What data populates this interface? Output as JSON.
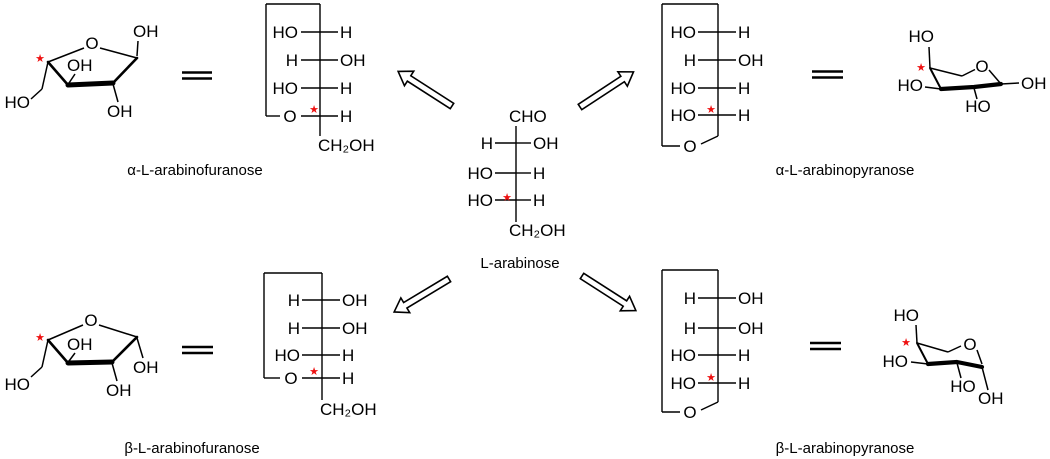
{
  "colors": {
    "ink": "#000000",
    "background": "#ffffff",
    "chiral_marker": "#ee1111"
  },
  "chiral_marker_glyph": "★",
  "molecules": {
    "l_arabinose": {
      "name": "L-arabinose",
      "fischer": {
        "top": "CHO",
        "rows": [
          {
            "left": "H",
            "right": "OH"
          },
          {
            "left": "HO",
            "right": "H"
          },
          {
            "left": "HO",
            "right": "H",
            "chiral_marker": true
          }
        ],
        "bottom": "CH₂OH"
      }
    },
    "alpha_furanose": {
      "name": "α-L-arabinofuranose",
      "haworth": {
        "ring_o": "O",
        "c1_oh": "OH",
        "c2_oh": "OH",
        "c3_oh": "OH",
        "c5_ho": "HO"
      },
      "fischer": {
        "rows": [
          {
            "left": "HO",
            "right": "H"
          },
          {
            "left": "H",
            "right": "OH"
          },
          {
            "left": "HO",
            "right": "H"
          },
          {
            "left": "O",
            "right": "H",
            "chiral_marker": true
          }
        ],
        "bottom": "CH₂OH"
      }
    },
    "beta_furanose": {
      "name": "β-L-arabinofuranose",
      "haworth": {
        "ring_o": "O",
        "c1_oh": "OH",
        "c2_oh": "OH",
        "c3_oh": "OH",
        "c5_ho": "HO"
      },
      "fischer": {
        "rows": [
          {
            "left": "H",
            "right": "OH"
          },
          {
            "left": "H",
            "right": "OH"
          },
          {
            "left": "HO",
            "right": "H"
          },
          {
            "left": "O",
            "right": "H",
            "chiral_marker": true
          }
        ],
        "bottom": "CH₂OH"
      }
    },
    "alpha_pyranose": {
      "name": "α-L-arabinopyranose",
      "fischer": {
        "rows": [
          {
            "left": "HO",
            "right": "H"
          },
          {
            "left": "H",
            "right": "OH"
          },
          {
            "left": "HO",
            "right": "H"
          },
          {
            "left": "HO",
            "right": "H",
            "chiral_marker": true
          }
        ],
        "ring_o": "O"
      },
      "chair": {
        "ring_o": "O",
        "c4_ho": "HO",
        "c3_ho": "HO",
        "c2_ho": "HO",
        "c1_oh": "OH"
      }
    },
    "beta_pyranose": {
      "name": "β-L-arabinopyranose",
      "fischer": {
        "rows": [
          {
            "left": "H",
            "right": "OH"
          },
          {
            "left": "H",
            "right": "OH"
          },
          {
            "left": "HO",
            "right": "H"
          },
          {
            "left": "HO",
            "right": "H",
            "chiral_marker": true
          }
        ],
        "ring_o": "O"
      },
      "chair": {
        "ring_o": "O",
        "c4_ho": "HO",
        "c3_ho": "HO",
        "c2_ho": "HO",
        "c1_oh": "OH"
      }
    }
  }
}
